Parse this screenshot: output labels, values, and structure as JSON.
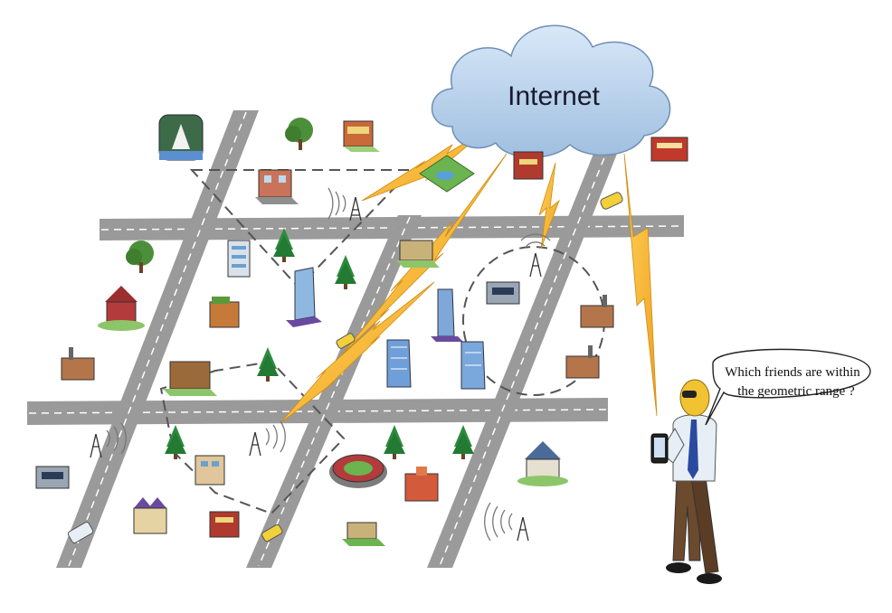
{
  "cloud": {
    "label": "Internet"
  },
  "speech_bubble": {
    "line1": "Which friends are within",
    "line2": "the geometric range ?"
  },
  "colors": {
    "cloud": "#b9d3ee",
    "road": "#9a9a9a",
    "road_marking": "#ffffff",
    "lightning": "#f5b82e",
    "dashed_region": "#555555",
    "person_shirt": "#e8eef5",
    "person_pants": "#6b4a2e",
    "person_skin": "#f1c232"
  },
  "icons": {
    "cloud": "internet-cloud-icon",
    "tower": "cell-tower-icon",
    "tree": "tree-icon",
    "building": "building-icon",
    "person": "person-with-phone-icon",
    "car": "car-icon",
    "stadium": "stadium-icon"
  }
}
